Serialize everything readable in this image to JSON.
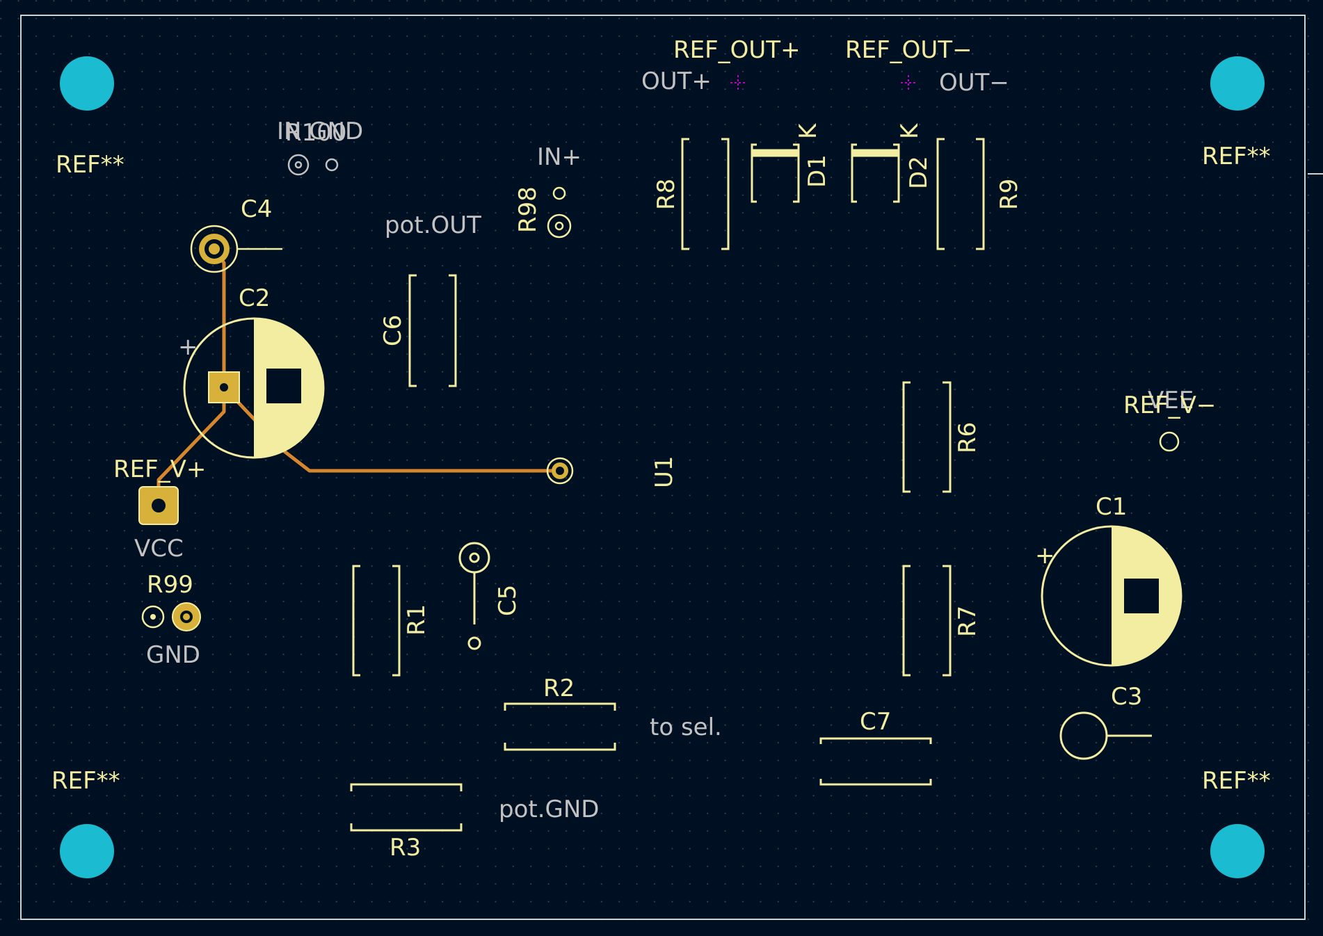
{
  "colors": {
    "background": "#001023",
    "grid": "#3a4a5a",
    "edge_cuts": "#d0d2cd",
    "silkscreen": "#f2eda1",
    "fab_text": "#c2c2c2",
    "copper_front": "#c83434",
    "track": "#d6862c",
    "pad": "#d8b13a",
    "mounting_hole": "#1bbbd2",
    "courtyard": "#c000c0"
  },
  "mounting_holes": [
    {
      "label": "REF**"
    },
    {
      "label": "REF**"
    },
    {
      "label": "REF**"
    },
    {
      "label": "REF**"
    }
  ],
  "net_labels": {
    "ref_out_plus": "REF_OUT+",
    "ref_out_minus": "REF_OUT−",
    "out_plus": "OUT+",
    "out_minus": "OUT−",
    "in_gnd_a": "IN GND",
    "in_gnd_b": "R100",
    "in_plus": "IN+",
    "pot_out": "pot.OUT",
    "ref_v_plus": "REF_V+",
    "vcc": "VCC",
    "gnd": "GND",
    "vee": "VEE",
    "ref_v_minus": "REF_V−",
    "to_sel": "to sel.",
    "pot_gnd": "pot.GND"
  },
  "refdes": {
    "c4": "C4",
    "c2": "C2",
    "c2_plus": "+",
    "c6": "C6",
    "r98": "R98",
    "r8": "R8",
    "d1": "D1",
    "d1_k": "K",
    "d2": "D2",
    "d2_k": "K",
    "r9": "R9",
    "r6": "R6",
    "u1": "U1",
    "c1": "C1",
    "c1_plus": "+",
    "r7": "R7",
    "c3": "C3",
    "r99": "R99",
    "r1": "R1",
    "c5": "C5",
    "r2": "R2",
    "c7": "C7",
    "r3": "R3"
  }
}
